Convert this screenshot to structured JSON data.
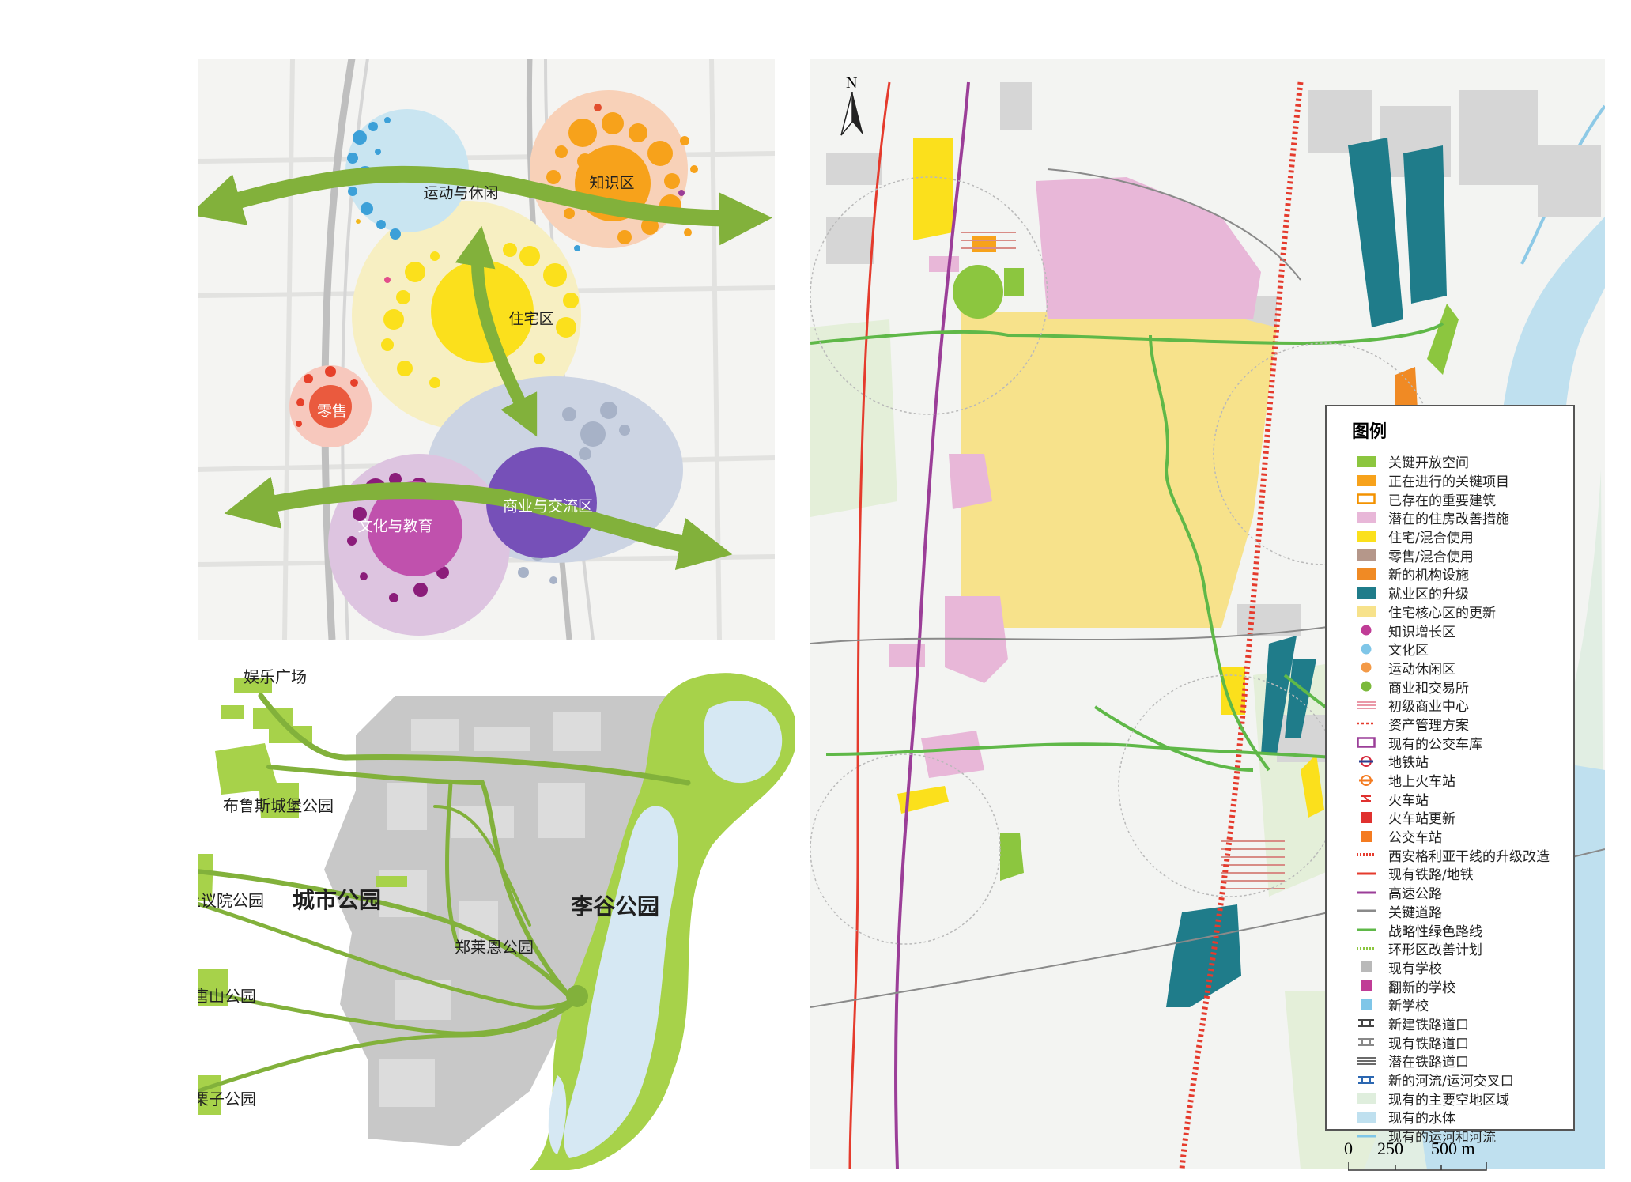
{
  "bubble_diagram": {
    "zones": [
      {
        "key": "sport",
        "label": "运动与休闲"
      },
      {
        "key": "knowledge",
        "label": "知识区"
      },
      {
        "key": "residential",
        "label": "住宅区"
      },
      {
        "key": "retail",
        "label": "零售"
      },
      {
        "key": "culture",
        "label": "文化与教育"
      },
      {
        "key": "commerce",
        "label": "商业与交流区"
      }
    ]
  },
  "parks_map": {
    "labels": {
      "p1": "娱乐广场",
      "p2": "布鲁斯城堡公园",
      "p3": "上议院公园",
      "p4": "城市公园",
      "p5": "郑莱恩公园",
      "p6": "李谷公园",
      "p7": "唐山公园",
      "p8": "栗子公园"
    }
  },
  "main_map": {
    "north_label": "N",
    "legend_title": "图例",
    "legend": [
      {
        "label": "关键开放空间",
        "symbol": "fill",
        "color": "#8cc63f"
      },
      {
        "label": "正在进行的关键项目",
        "symbol": "fill",
        "color": "#f7a21b"
      },
      {
        "label": "已存在的重要建筑",
        "symbol": "outline",
        "color": "#f39200"
      },
      {
        "label": "潜在的住房改善措施",
        "symbol": "fill",
        "color": "#e8b7d8"
      },
      {
        "label": "住宅/混合使用",
        "symbol": "fill",
        "color": "#fbe01c"
      },
      {
        "label": "零售/混合使用",
        "symbol": "fill",
        "color": "#b5978a"
      },
      {
        "label": "新的机构设施",
        "symbol": "fill",
        "color": "#f08a24"
      },
      {
        "label": "就业区的升级",
        "symbol": "fill",
        "color": "#1f7c8a"
      },
      {
        "label": "住宅核心区的更新",
        "symbol": "fill",
        "color": "#f7e28b"
      },
      {
        "label": "知识增长区",
        "symbol": "dot",
        "color": "#c03c96"
      },
      {
        "label": "文化区",
        "symbol": "dot",
        "color": "#7fc6e8"
      },
      {
        "label": "运动休闲区",
        "symbol": "dot",
        "color": "#f39a47"
      },
      {
        "label": "商业和交易所",
        "symbol": "dot",
        "color": "#7bb93b"
      },
      {
        "label": "初级商业中心",
        "symbol": "hatch",
        "color": "#e88a9b"
      },
      {
        "label": "资产管理方案",
        "symbol": "dash",
        "color": "#e53b2d"
      },
      {
        "label": "现有的公交车库",
        "symbol": "outline",
        "color": "#9b3e98"
      },
      {
        "label": "地铁站",
        "symbol": "underground",
        "color": "#d6293c"
      },
      {
        "label": "地上火车站",
        "symbol": "overground",
        "color": "#f47b20"
      },
      {
        "label": "火车站",
        "symbol": "rail",
        "color": "#e0312f"
      },
      {
        "label": "火车站更新",
        "symbol": "square",
        "color": "#e0312f"
      },
      {
        "label": "公交车站",
        "symbol": "square",
        "color": "#f47b20"
      },
      {
        "label": "西安格利亚干线的升级改造",
        "symbol": "dots",
        "color": "#e53b2d"
      },
      {
        "label": "现有铁路/地铁",
        "symbol": "line",
        "color": "#e53b2d"
      },
      {
        "label": "高速公路",
        "symbol": "line",
        "color": "#9b3e98"
      },
      {
        "label": "关键道路",
        "symbol": "line",
        "color": "#8a8a8a"
      },
      {
        "label": "战略性绿色路线",
        "symbol": "line",
        "color": "#5fb848"
      },
      {
        "label": "环形区改善计划",
        "symbol": "dots",
        "color": "#8cc63f"
      },
      {
        "label": "现有学校",
        "symbol": "square",
        "color": "#b9b9b9"
      },
      {
        "label": "翻新的学校",
        "symbol": "square",
        "color": "#c03c96"
      },
      {
        "label": "新学校",
        "symbol": "square",
        "color": "#7fc6e8"
      },
      {
        "label": "新建铁路道口",
        "symbol": "crossing",
        "color": "#444444"
      },
      {
        "label": "现有铁路道口",
        "symbol": "crossing",
        "color": "#888888"
      },
      {
        "label": "潜在铁路道口",
        "symbol": "hatch",
        "color": "#555555"
      },
      {
        "label": "新的河流/运河交叉口",
        "symbol": "crossing",
        "color": "#2c67b1"
      },
      {
        "label": "现有的主要空地区域",
        "symbol": "fill",
        "color": "#dfeedd"
      },
      {
        "label": "现有的水体",
        "symbol": "fill",
        "color": "#bfe0ef"
      },
      {
        "label": "现有的运河和河流",
        "symbol": "line",
        "color": "#7fc6e8"
      }
    ],
    "scale": {
      "ticks": [
        "0",
        "250",
        "500 m"
      ]
    }
  }
}
